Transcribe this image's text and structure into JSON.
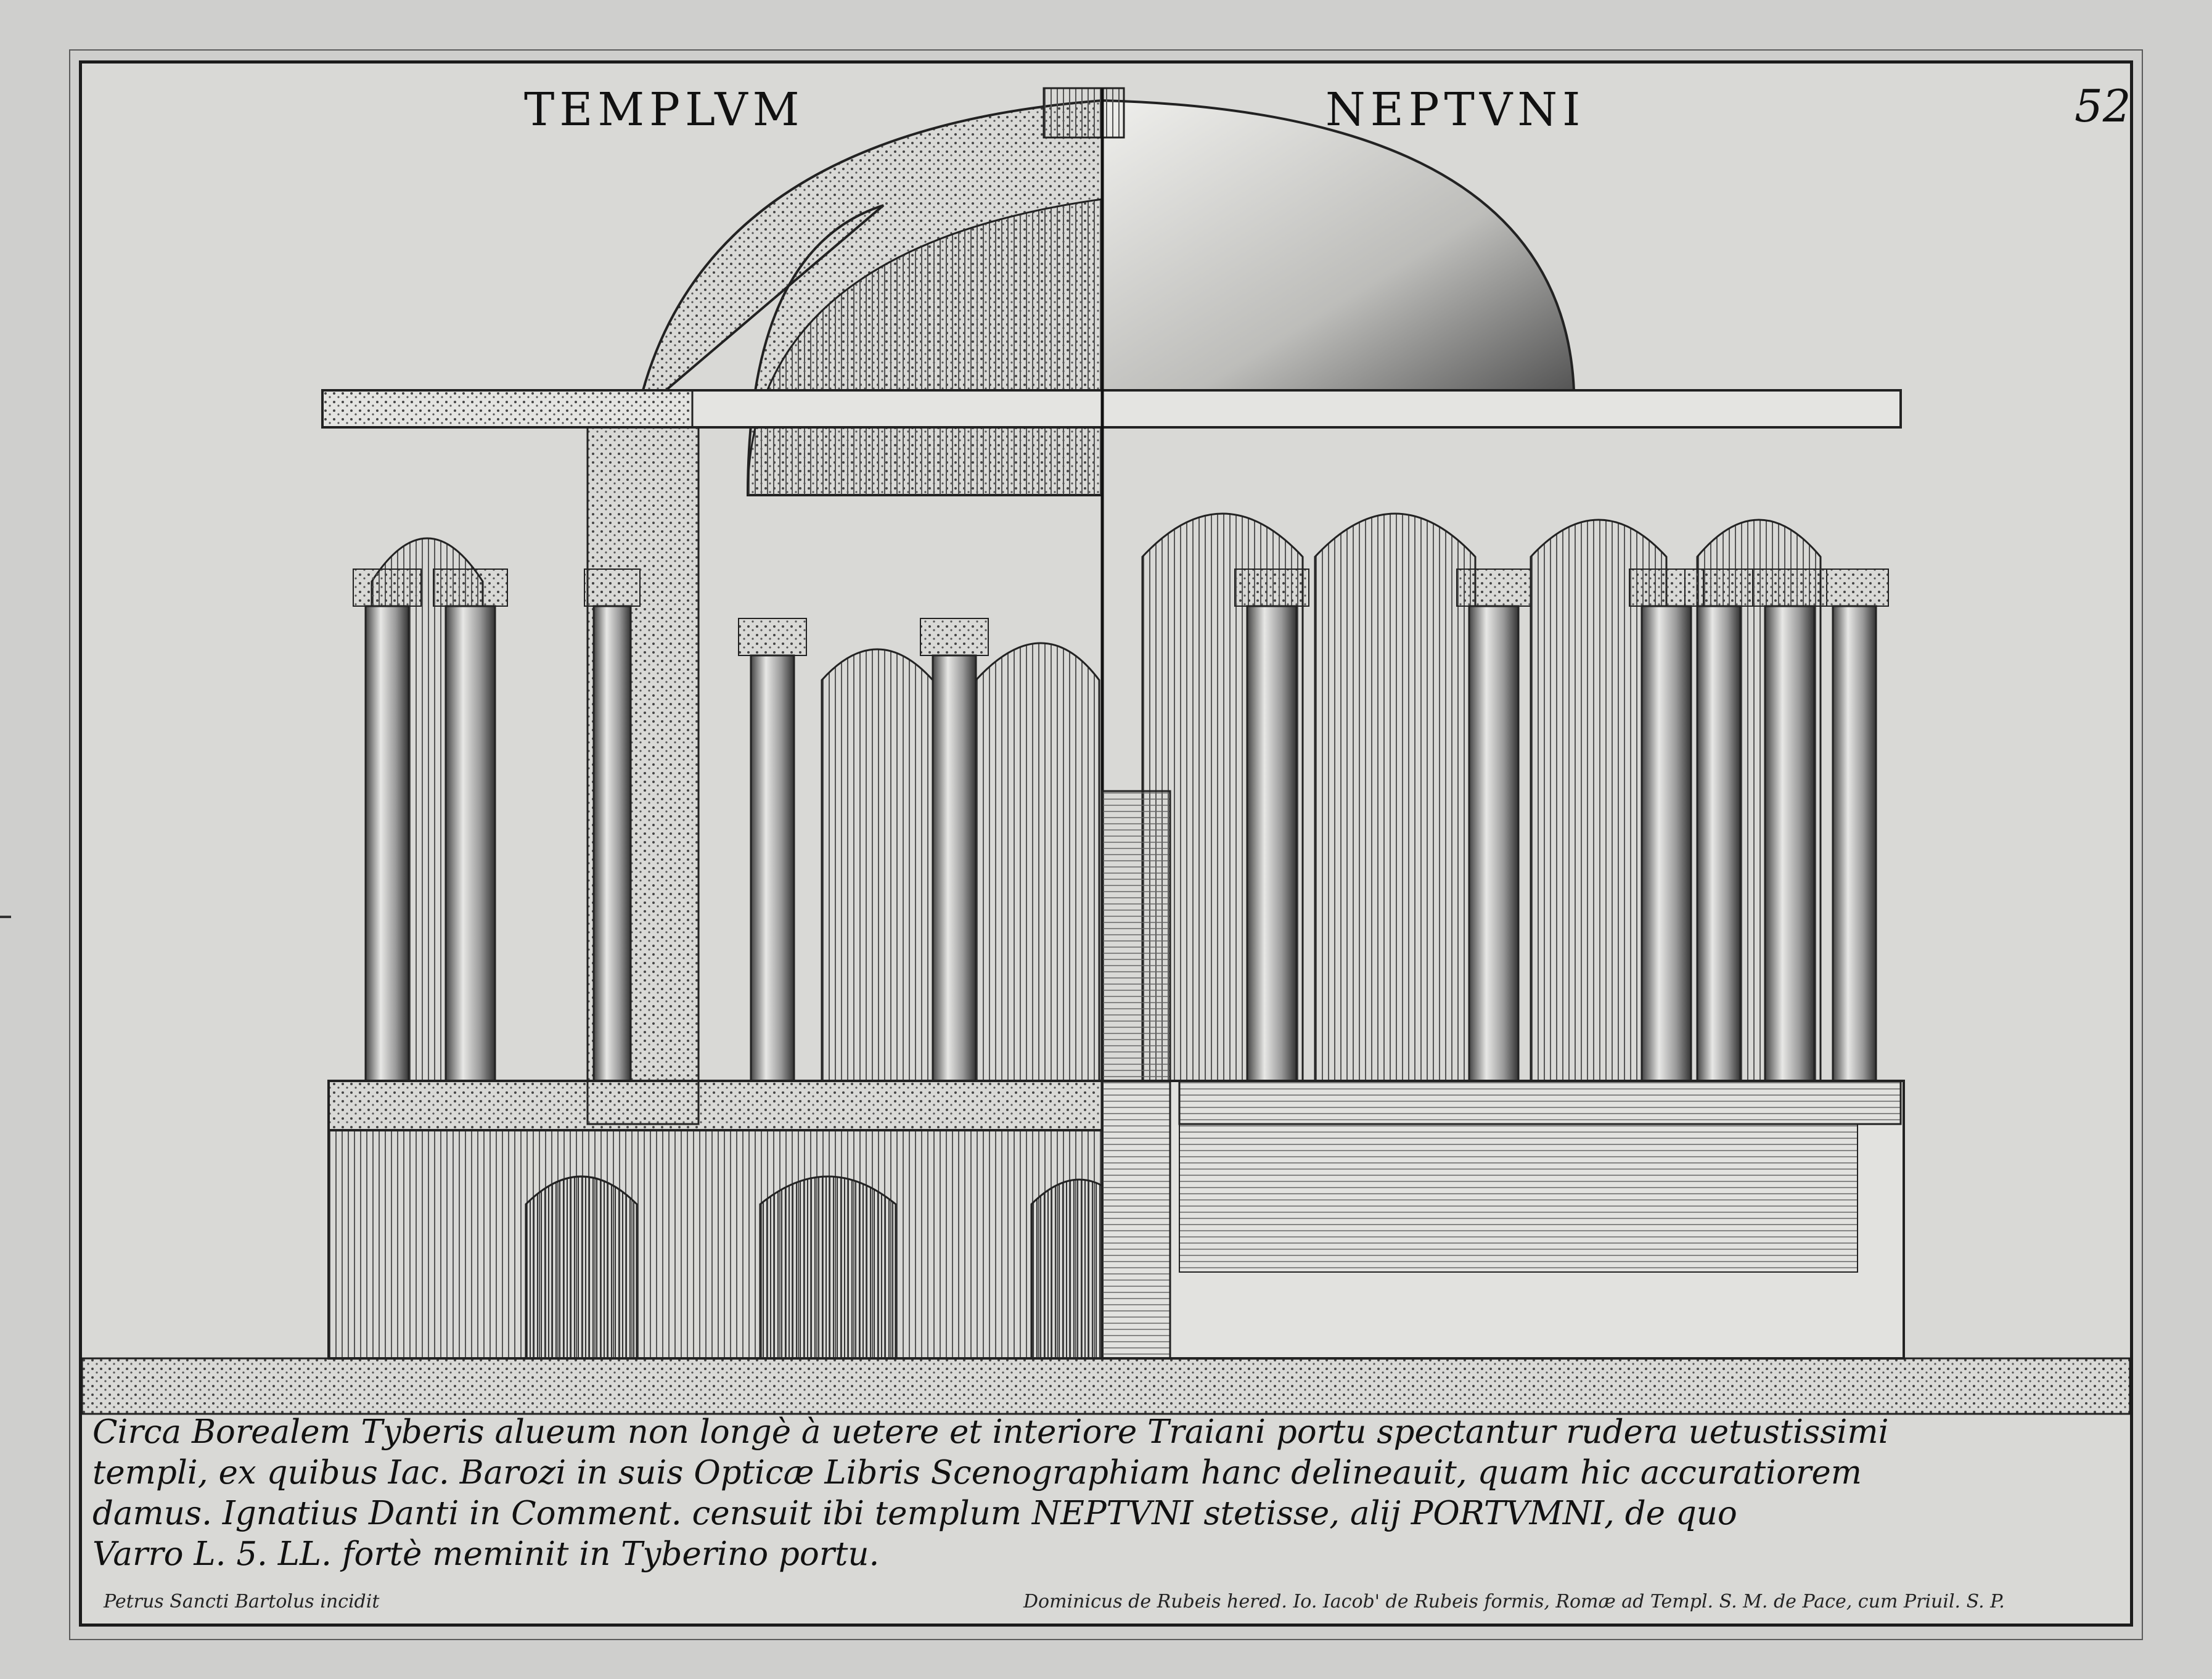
{
  "title": {
    "left": "TEMPLVM",
    "right": "NEPTVNI"
  },
  "plate_number": "52",
  "caption": [
    "Circa Borealem Tyberis alueum non longè à uetere et interiore Traiani portu spectantur rudera uetustissimi",
    "templi, ex quibus Iac. Barozi in suis Opticæ Libris Scenographiam hanc delineauit, quam hic accuratiorem",
    "damus. Ignatius Danti in Comment. censuit ibi templum NEPTVNI stetisse, alij PORTVMNI, de quo",
    "Varro L. 5. LL. fortè meminit in Tyberino portu."
  ],
  "credits": {
    "left": "Petrus Sancti Bartolus incidit",
    "right": "Dominicus de Rubeis hered. Io. Iacob' de Rubeis formis, Romæ ad Templ. S. M. de Pace, cum Priuil. S. P."
  },
  "colors": {
    "paper": "#d9d9d6",
    "ink": "#1c1c1c",
    "hatch": "#555555"
  },
  "icons": [
    "temple-engraving"
  ]
}
